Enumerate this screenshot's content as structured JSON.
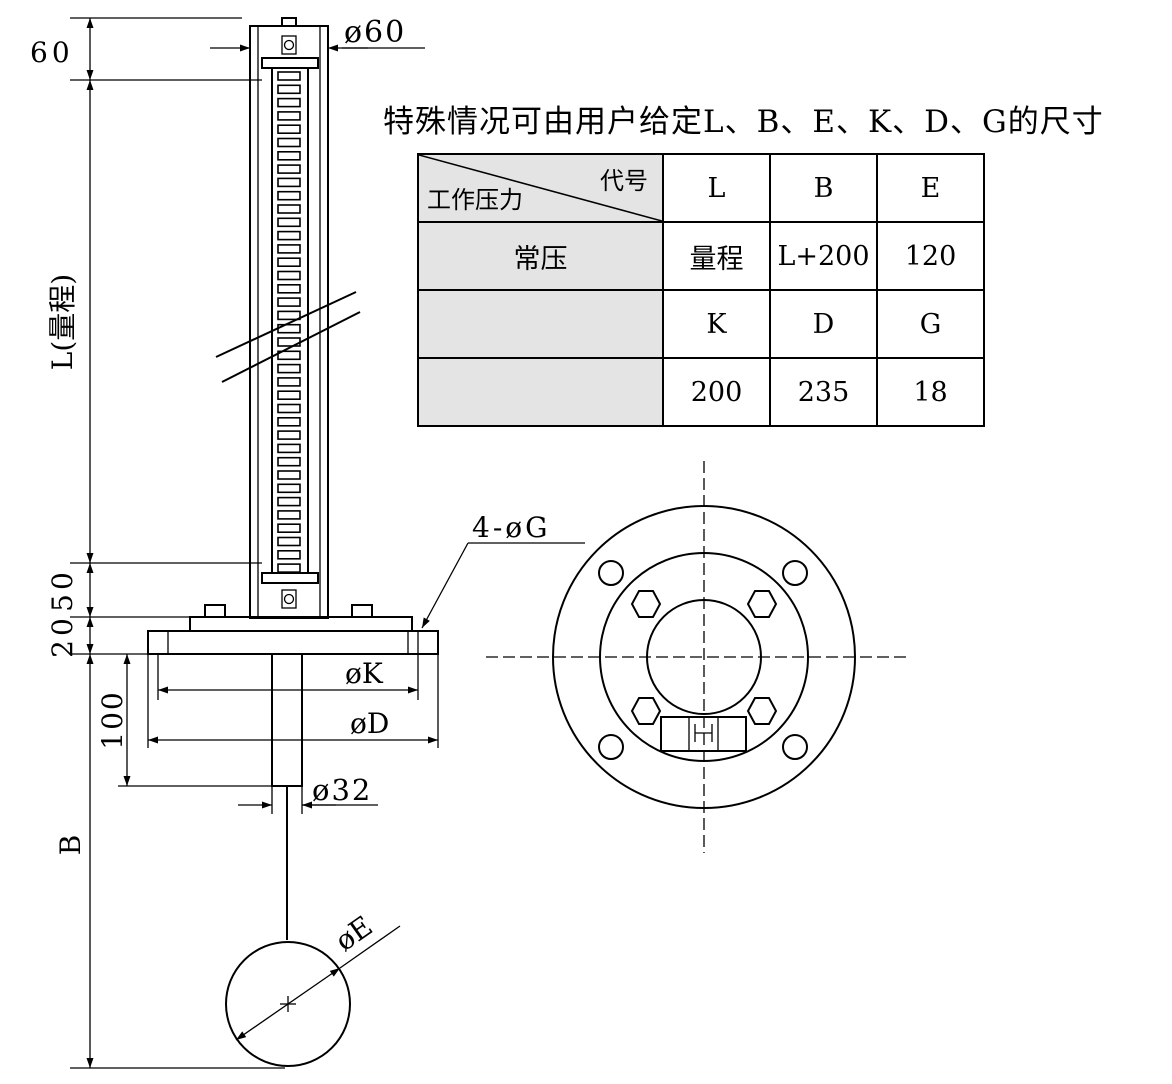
{
  "note": "特殊情况可由用户给定L、B、E、K、D、G的尺寸",
  "table": {
    "corner_top": "代号",
    "corner_bottom": "工作压力",
    "header_row1": [
      "L",
      "B",
      "E"
    ],
    "row1_label": "常压",
    "row1_values": [
      "量程",
      "L+200",
      "120"
    ],
    "header_row2": [
      "K",
      "D",
      "G"
    ],
    "row2_values": [
      "200",
      "235",
      "18"
    ]
  },
  "dimensions": {
    "top_height": "60",
    "range_length": "L(量程)",
    "bottom_gap": "50",
    "flange_thickness": "20",
    "insert_depth": "100",
    "float_length": "B",
    "tube_diameter": "ø60",
    "hole_spec": "4-øG",
    "bolt_circle": "øK",
    "flange_diameter": "øD",
    "rod_diameter": "ø32",
    "float_diameter": "øE"
  }
}
